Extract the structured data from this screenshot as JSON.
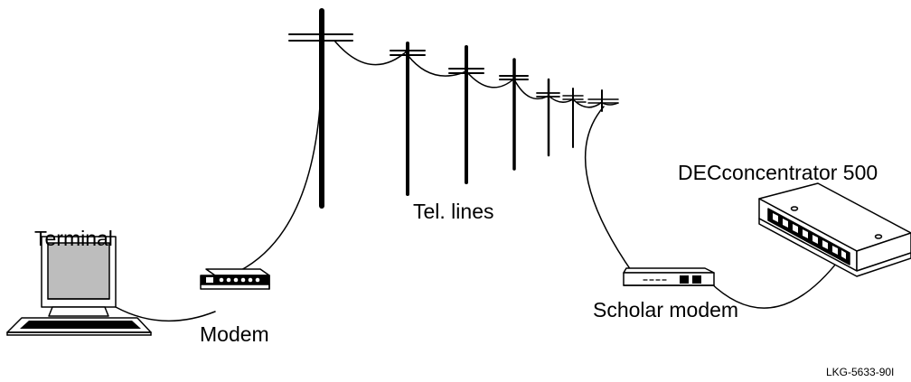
{
  "labels": {
    "terminal": "Terminal",
    "modem": "Modem",
    "tel_lines": "Tel. lines",
    "scholar_modem": "Scholar modem",
    "concentrator": "DECconcentrator 500",
    "figure_id": "LKG-5633-90I"
  },
  "icons": {
    "terminal": "terminal-computer-icon",
    "modem": "modem-icon",
    "poles": "telephone-pole-icon",
    "scholar_modem": "scholar-modem-icon",
    "concentrator": "concentrator-icon"
  },
  "colors": {
    "ink": "#000000",
    "screen": "#bdbdbd",
    "casing": "#ffffff"
  }
}
